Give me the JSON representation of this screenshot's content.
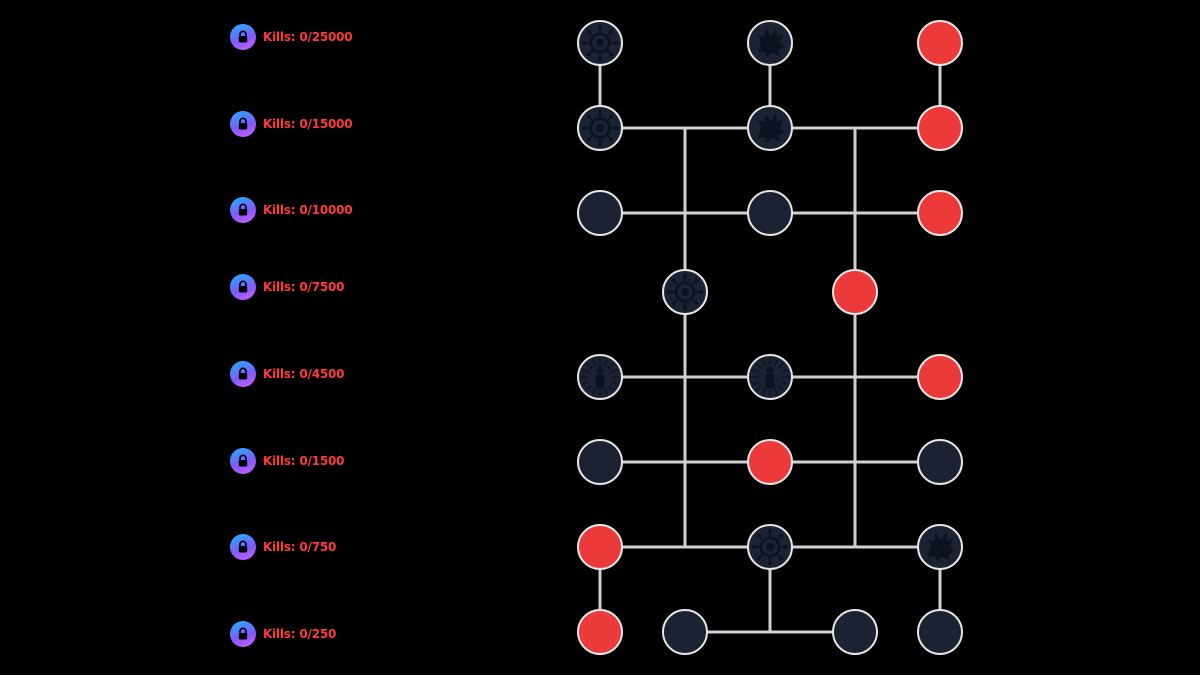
{
  "tiers": [
    {
      "label": "Kills: 0/25000"
    },
    {
      "label": "Kills: 0/15000"
    },
    {
      "label": "Kills: 0/10000"
    },
    {
      "label": "Kills: 0/7500"
    },
    {
      "label": "Kills: 0/4500"
    },
    {
      "label": "Kills: 0/1500"
    },
    {
      "label": "Kills: 0/750"
    },
    {
      "label": "Kills: 0/250"
    }
  ],
  "colors": {
    "node_locked": "#1b2332",
    "node_active": "#ec3a3a",
    "node_border": "#e6e6e6",
    "connector": "#d0d0d0",
    "kills_text": "#ff3b3b",
    "icon_fill": "#0b1220"
  },
  "nodes": [
    {
      "id": "n-25000-a",
      "state": "locked",
      "icon": "virus-icon"
    },
    {
      "id": "n-25000-b",
      "state": "locked",
      "icon": "flame-wolf-icon"
    },
    {
      "id": "n-25000-c",
      "state": "active",
      "icon": "none"
    },
    {
      "id": "n-15000-a",
      "state": "locked",
      "icon": "virus-icon"
    },
    {
      "id": "n-15000-b",
      "state": "locked",
      "icon": "flame-wolf-icon"
    },
    {
      "id": "n-15000-c",
      "state": "active",
      "icon": "none"
    },
    {
      "id": "n-10000-a",
      "state": "locked",
      "icon": "none"
    },
    {
      "id": "n-10000-b",
      "state": "locked",
      "icon": "none"
    },
    {
      "id": "n-10000-c",
      "state": "active",
      "icon": "none"
    },
    {
      "id": "n-7500-a",
      "state": "locked",
      "icon": "virus-icon"
    },
    {
      "id": "n-7500-b",
      "state": "active",
      "icon": "none"
    },
    {
      "id": "n-4500-a",
      "state": "locked",
      "icon": "radiant-figure-icon"
    },
    {
      "id": "n-4500-b",
      "state": "locked",
      "icon": "radiant-figure-icon"
    },
    {
      "id": "n-4500-c",
      "state": "active",
      "icon": "none"
    },
    {
      "id": "n-1500-a",
      "state": "locked",
      "icon": "none"
    },
    {
      "id": "n-1500-b",
      "state": "active",
      "icon": "none"
    },
    {
      "id": "n-1500-c",
      "state": "locked",
      "icon": "none"
    },
    {
      "id": "n-750-a",
      "state": "active",
      "icon": "none"
    },
    {
      "id": "n-750-b",
      "state": "locked",
      "icon": "virus-icon"
    },
    {
      "id": "n-750-c",
      "state": "locked",
      "icon": "flame-wolf-icon"
    },
    {
      "id": "n-250-a",
      "state": "active",
      "icon": "none"
    },
    {
      "id": "n-250-b",
      "state": "locked",
      "icon": "none"
    },
    {
      "id": "n-250-c",
      "state": "locked",
      "icon": "none"
    },
    {
      "id": "n-250-d",
      "state": "locked",
      "icon": "none"
    }
  ]
}
